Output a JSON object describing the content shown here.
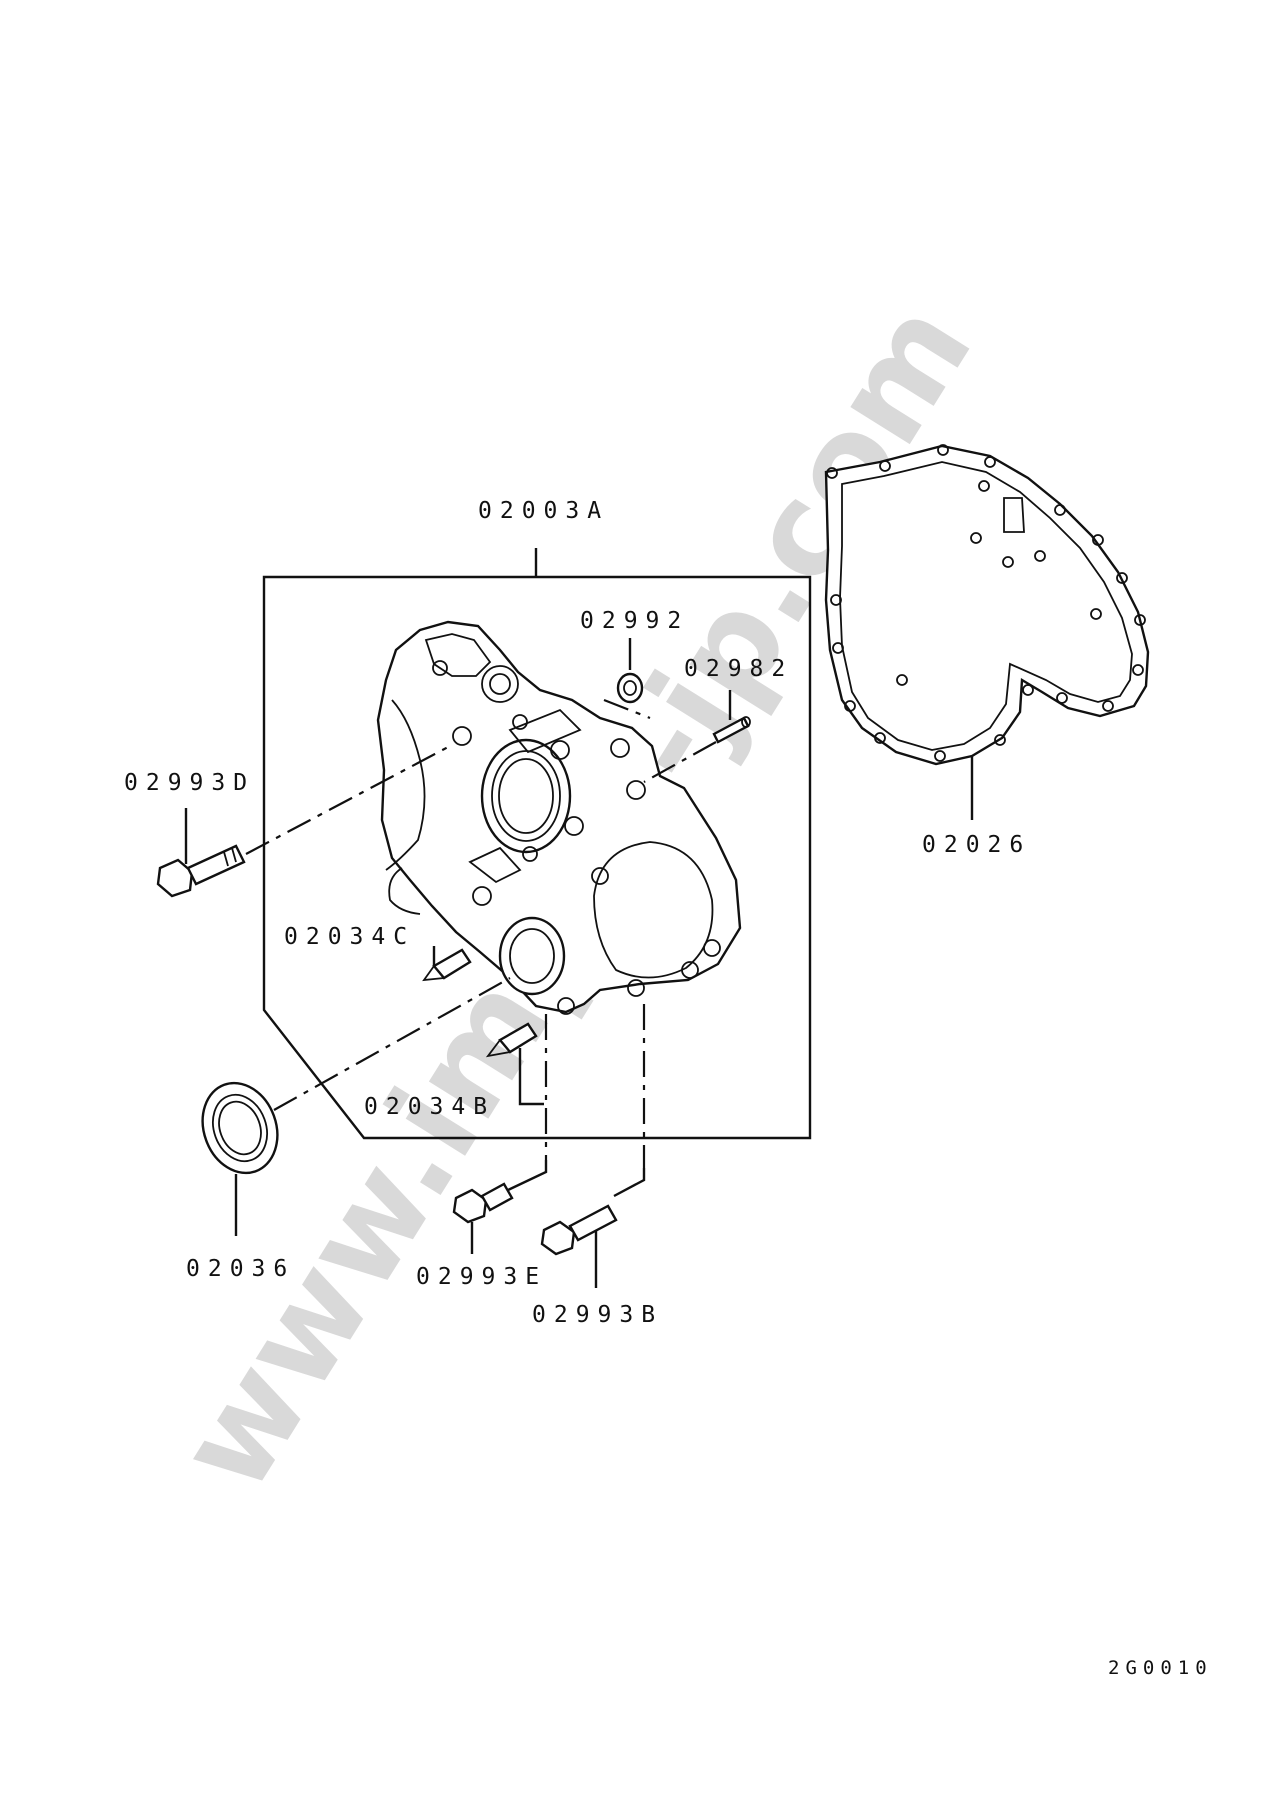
{
  "watermark": "www.impex-jp.com",
  "drawing_code": "2G0010",
  "parts": {
    "assembly": "02003A",
    "plug_top": "02992",
    "pin_top": "02982",
    "bolt_left": "02993D",
    "gasket": "02026",
    "pin_c": "02034C",
    "pin_b": "02034B",
    "oil_seal": "02036",
    "bolt_e": "02993E",
    "bolt_b": "02993B"
  }
}
